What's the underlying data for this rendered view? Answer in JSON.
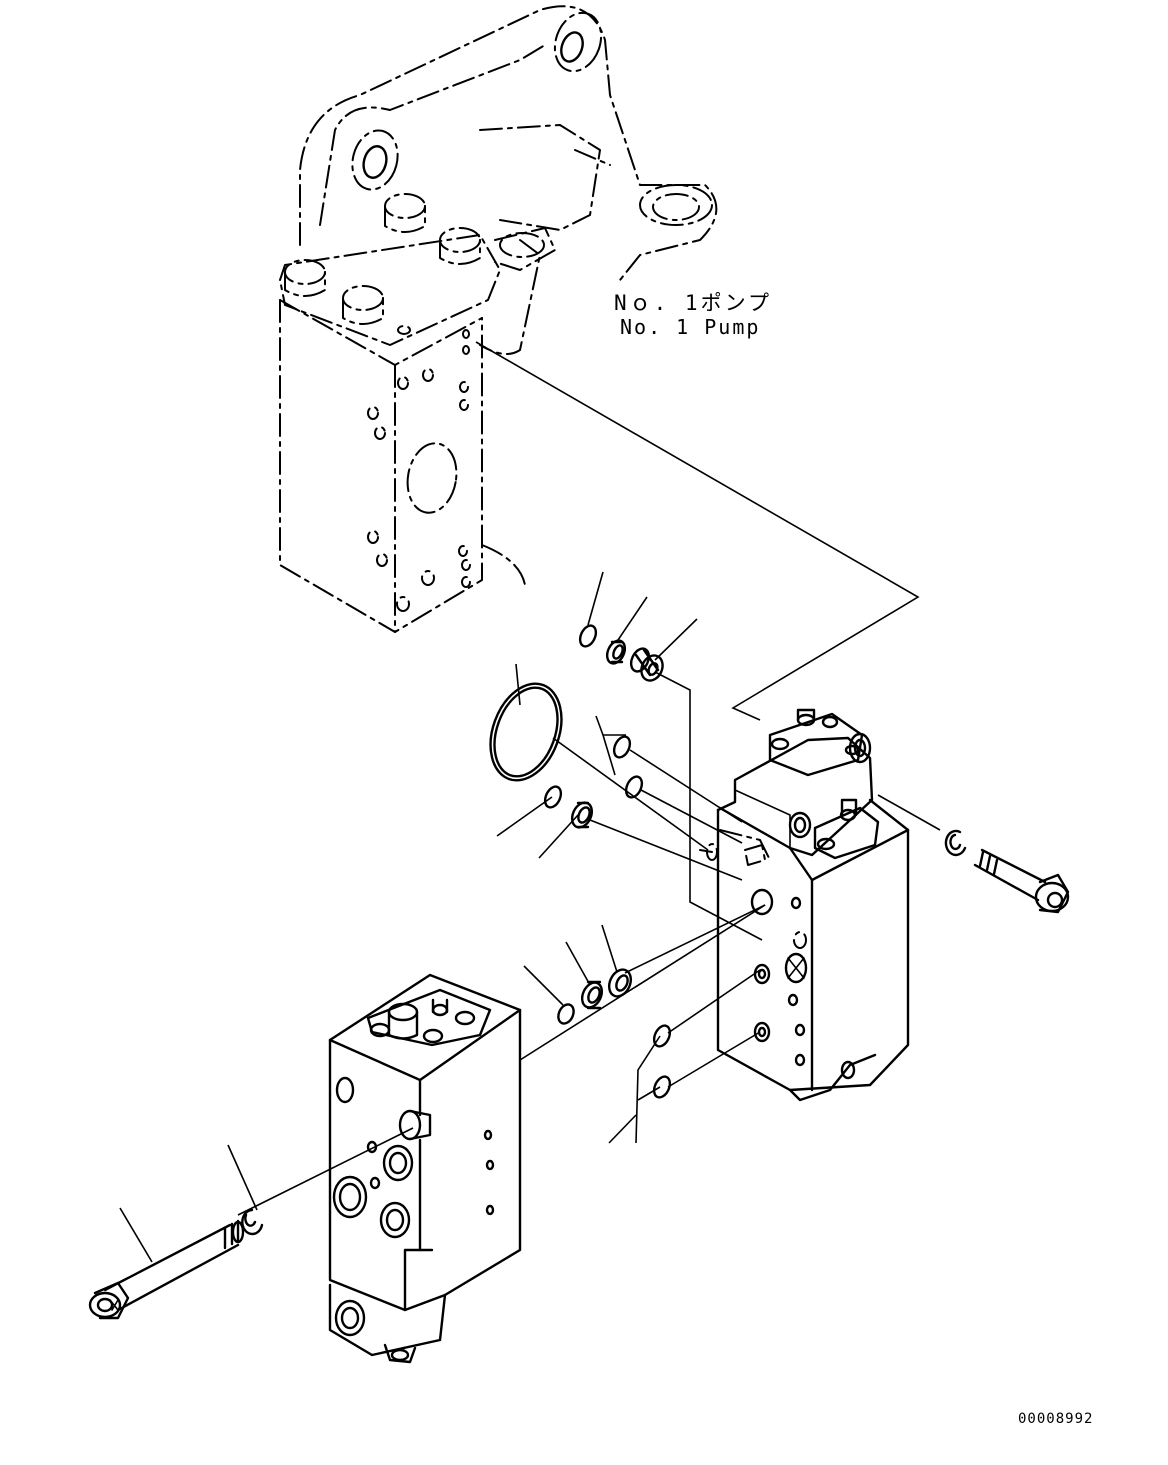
{
  "labels": {
    "pump_jp": "Nｏ. 1ポンプ",
    "pump_en": "No. 1 Pump",
    "drawing_number": "00008992"
  },
  "colors": {
    "ink": "#000000",
    "paper": "#ffffff"
  }
}
